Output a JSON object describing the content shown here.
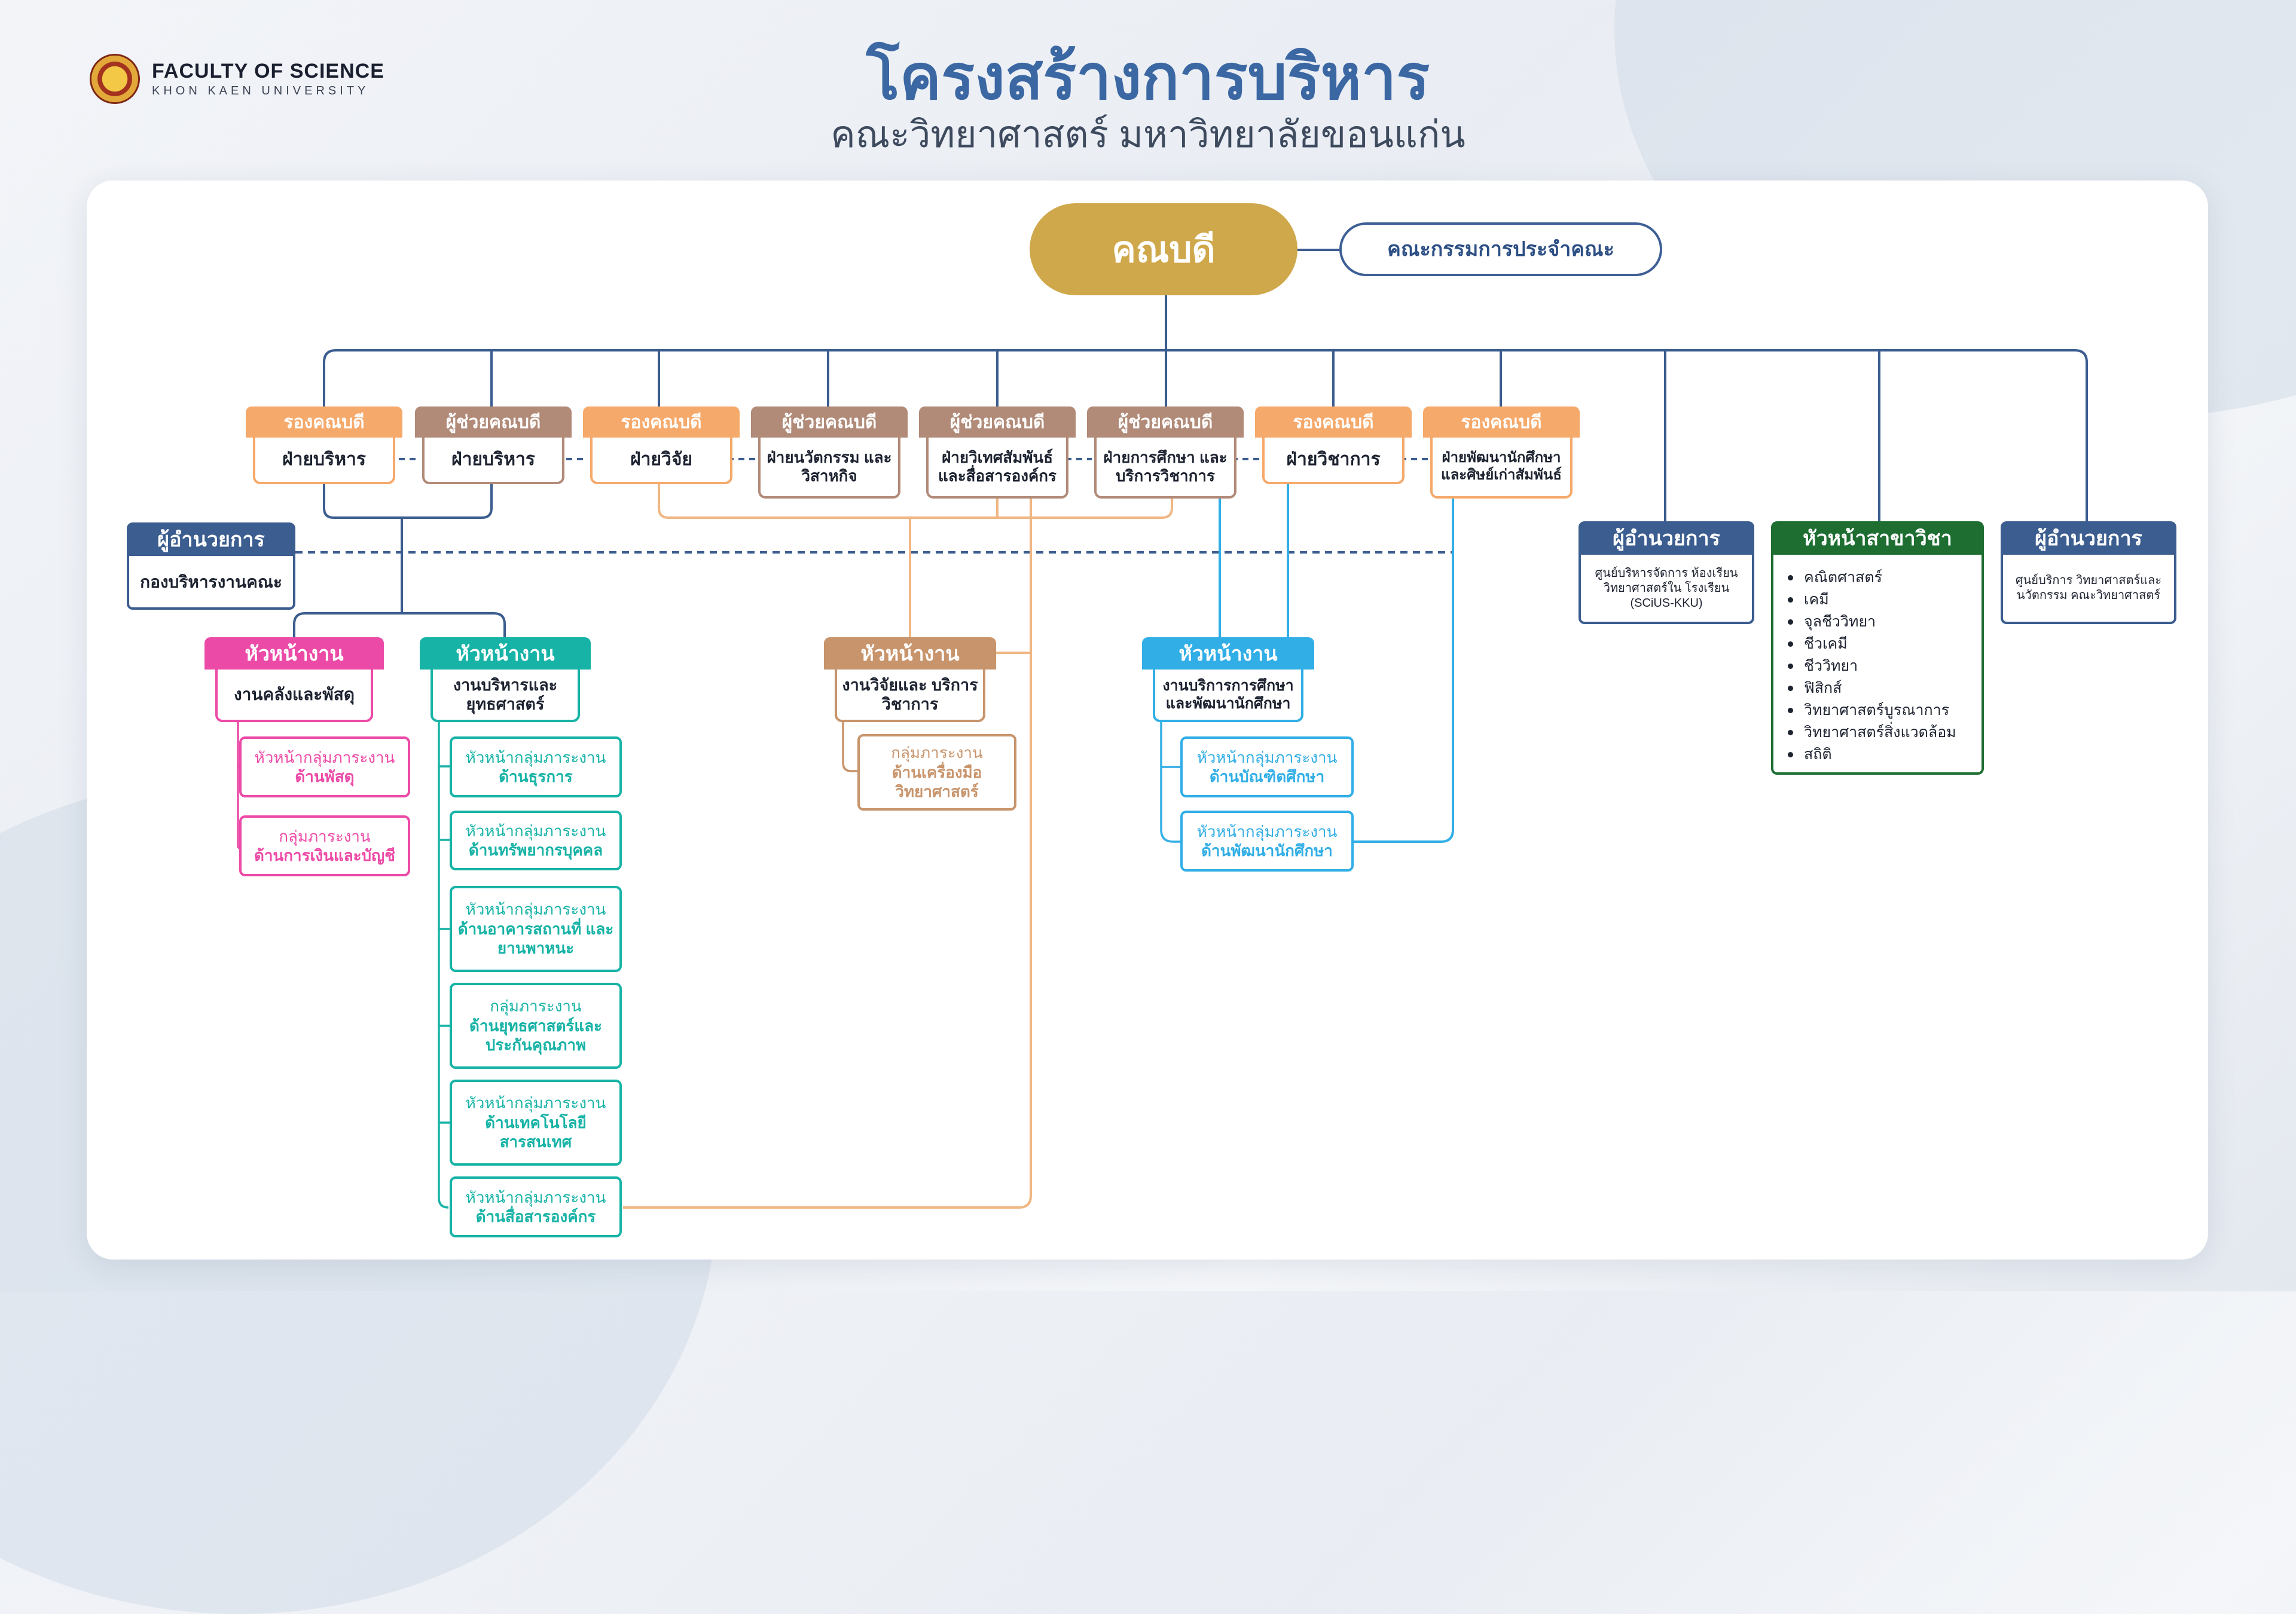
{
  "header": {
    "logo_line1": "FACULTY OF SCIENCE",
    "logo_line2": "KHON KAEN UNIVERSITY",
    "title": "โครงสร้างการบริหาร",
    "subtitle": "คณะวิทยาศาสตร์ มหาวิทยาลัยขอนแก่น"
  },
  "dean": "คณบดี",
  "committee": "คณะกรรมการประจำคณะ",
  "divisions": [
    {
      "role": "รองคณบดี",
      "name": "ฝ่ายบริหาร"
    },
    {
      "role": "ผู้ช่วยคณบดี",
      "name": "ฝ่ายบริหาร"
    },
    {
      "role": "รองคณบดี",
      "name": "ฝ่ายวิจัย"
    },
    {
      "role": "ผู้ช่วยคณบดี",
      "name": "ฝ่ายนวัตกรรม และวิสาหกิจ"
    },
    {
      "role": "ผู้ช่วยคณบดี",
      "name": "ฝ่ายวิเทศสัมพันธ์ และสื่อสารองค์กร"
    },
    {
      "role": "ผู้ช่วยคณบดี",
      "name": "ฝ่ายการศึกษา และบริการวิชาการ"
    },
    {
      "role": "รองคณบดี",
      "name": "ฝ่ายวิชาการ"
    },
    {
      "role": "รองคณบดี",
      "name": "ฝ่ายพัฒนานักศึกษา และศิษย์เก่าสัมพันธ์"
    }
  ],
  "admin_director": {
    "role": "ผู้อำนวยการ",
    "name": "กองบริหารงานคณะ"
  },
  "right_units": [
    {
      "role": "ผู้อำนวยการ",
      "name": "ศูนย์บริหารจัดการ ห้องเรียนวิทยาศาสตร์ใน โรงเรียน (SCiUS-KKU)"
    },
    {
      "role": "หัวหน้าสาขาวิชา",
      "items": [
        "คณิตศาสตร์",
        "เคมี",
        "จุลชีววิทยา",
        "ชีวเคมี",
        "ชีววิทยา",
        "ฟิสิกส์",
        "วิทยาศาสตร์บูรณาการ",
        "วิทยาศาสตร์สิ่งแวดล้อม",
        "สถิติ"
      ]
    },
    {
      "role": "ผู้อำนวยการ",
      "name": "ศูนย์บริการ วิทยาศาสตร์และนวัตกรรม คณะวิทยาศาสตร์"
    }
  ],
  "sections": [
    {
      "role": "หัวหน้างาน",
      "name": "งานคลังและพัสดุ",
      "color": "#ec4aa7",
      "groups": [
        {
          "line1": "หัวหน้ากลุ่มภาระงาน",
          "line2": "ด้านพัสดุ"
        },
        {
          "line1": "กลุ่มภาระงาน",
          "line2": "ด้านการเงินและบัญชี"
        }
      ]
    },
    {
      "role": "หัวหน้างาน",
      "name": "งานบริหารและ ยุทธศาสตร์",
      "color": "#17b3a6",
      "groups": [
        {
          "line1": "หัวหน้ากลุ่มภาระงาน",
          "line2": "ด้านธุรการ"
        },
        {
          "line1": "หัวหน้ากลุ่มภาระงาน",
          "line2": "ด้านทรัพยากรบุคคล"
        },
        {
          "line1": "หัวหน้ากลุ่มภาระงาน",
          "line2": "ด้านอาคารสถานที่ และยานพาหนะ"
        },
        {
          "line1": "กลุ่มภาระงาน",
          "line2": "ด้านยุทธศาสตร์และ ประกันคุณภาพ"
        },
        {
          "line1": "หัวหน้ากลุ่มภาระงาน",
          "line2": "ด้านเทคโนโลยี สารสนเทศ"
        },
        {
          "line1": "หัวหน้ากลุ่มภาระงาน",
          "line2": "ด้านสื่อสารองค์กร"
        }
      ]
    },
    {
      "role": "หัวหน้างาน",
      "name": "งานวิจัยและ บริการวิชาการ",
      "color": "#c8946b",
      "groups": [
        {
          "line1": "กลุ่มภาระงาน",
          "line2": "ด้านเครื่องมือ วิทยาศาสตร์"
        }
      ]
    },
    {
      "role": "หัวหน้างาน",
      "name": "งานบริการการศึกษา และพัฒนานักศึกษา",
      "color": "#32aee6",
      "groups": [
        {
          "line1": "หัวหน้ากลุ่มภาระงาน",
          "line2": "ด้านบัณฑิตศึกษา"
        },
        {
          "line1": "หัวหน้ากลุ่มภาระงาน",
          "line2": "ด้านพัฒนานักศึกษา"
        }
      ]
    }
  ],
  "colors": {
    "navy": "#3b5d8f",
    "gold": "#cfa84b",
    "vice_dean_tab": "#f5a96b",
    "assistant_dean_tab": "#b18a78",
    "department_green": "#1e6e32",
    "pink": "#ec4aa7",
    "teal": "#17b3a6",
    "tan": "#c8946b",
    "sky": "#32aee6"
  }
}
